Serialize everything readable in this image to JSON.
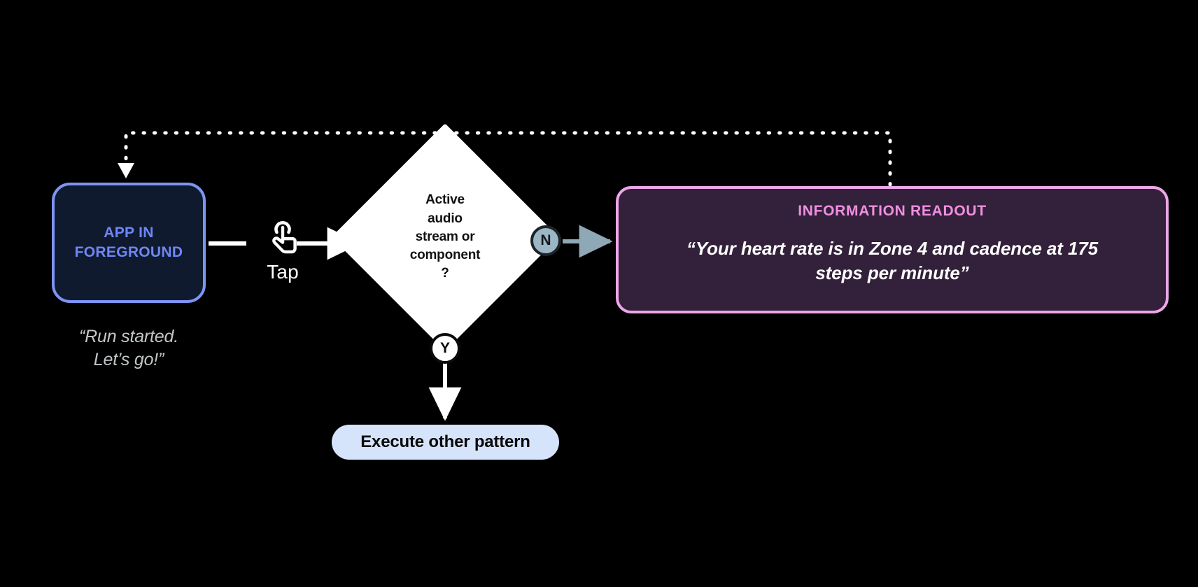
{
  "diagram": {
    "title": "Information readout interaction flow",
    "background_color": "#000000"
  },
  "nodes": {
    "app": {
      "name": "app-in-foreground-node",
      "label_line1": "APP IN",
      "label_line2": "FOREGROUND",
      "text_color": "#6e86f5",
      "border_color": "#7d94f2",
      "fill_color": "#101a2e",
      "caption_line1": "“Run started.",
      "caption_line2": "Let’s go!”",
      "caption_color": "#c3c7c9"
    },
    "tap": {
      "name": "tap-gesture",
      "icon": "tap-gesture-icon",
      "label": "Tap",
      "color": "#ffffff"
    },
    "decision": {
      "name": "decision-node",
      "text": "Active audio stream or component ?",
      "line1": "Active",
      "line2": "audio",
      "line3": "stream or",
      "line4": "component",
      "line5": "?",
      "fill_color": "#ffffff",
      "text_color": "#111111"
    },
    "readout": {
      "name": "information-readout-card",
      "title": "INFORMATION READOUT",
      "quote_line1": "“Your heart rate is in Zone 4 and cadence at",
      "quote_line2": "175 steps per minute”",
      "quote_full": "“Your heart rate is in Zone 4 and cadence at 175 steps per minute”",
      "title_color": "#f08fe0",
      "border_color": "#eda6e8",
      "fill_color": "#33203a",
      "quote_color": "#ffffff"
    },
    "alt_pattern": {
      "name": "execute-other-pattern-pill",
      "label": "Execute other pattern",
      "fill_color": "#d5e3fb",
      "text_color": "#0a0a0a"
    }
  },
  "branches": {
    "no": {
      "name": "branch-no",
      "label": "N",
      "badge_fill": "#9bb7c5",
      "badge_ring": "#1d2326",
      "connector_color": "#8fa8b5"
    },
    "yes": {
      "name": "branch-yes",
      "label": "Y",
      "badge_fill": "#ffffff",
      "badge_ring": "#0b0b0b",
      "connector_color": "#ffffff"
    }
  },
  "connectors": {
    "app_to_decision": {
      "name": "connector-app-to-decision",
      "style": "solid",
      "color": "#ffffff"
    },
    "decision_to_alt": {
      "name": "connector-decision-to-alt-pattern",
      "style": "solid",
      "color": "#ffffff"
    },
    "no_to_readout": {
      "name": "connector-no-to-readout",
      "style": "solid",
      "color": "#8fa8b5"
    },
    "feedback_loop": {
      "name": "connector-readout-feedback-loop",
      "style": "dotted",
      "color": "#ffffff"
    }
  }
}
